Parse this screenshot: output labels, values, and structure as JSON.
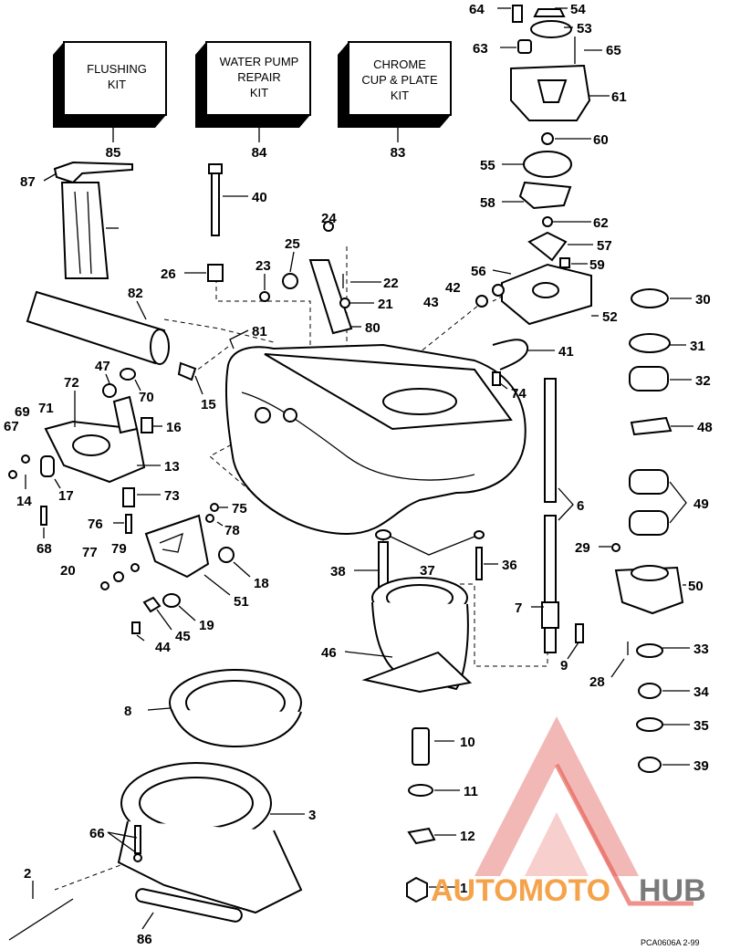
{
  "kits": [
    {
      "id": "flushing",
      "lines": [
        "FLUSHING",
        "KIT"
      ],
      "number": "85"
    },
    {
      "id": "water-pump",
      "lines": [
        "WATER PUMP",
        "REPAIR",
        "KIT"
      ],
      "number": "84"
    },
    {
      "id": "chrome",
      "lines": [
        "CHROME",
        "CUP & PLATE",
        "KIT"
      ],
      "number": "83"
    }
  ],
  "callouts": [
    "64",
    "54",
    "53",
    "63",
    "65",
    "61",
    "60",
    "55",
    "58",
    "62",
    "57",
    "59",
    "56",
    "42",
    "43",
    "52",
    "30",
    "31",
    "32",
    "48",
    "49",
    "50",
    "29",
    "41",
    "74",
    "6",
    "7",
    "9",
    "28",
    "33",
    "34",
    "35",
    "39",
    "40",
    "26",
    "24",
    "25",
    "23",
    "22",
    "21",
    "80",
    "82",
    "81",
    "15",
    "47",
    "70",
    "72",
    "69",
    "71",
    "67",
    "16",
    "13",
    "17",
    "73",
    "14",
    "68",
    "76",
    "75",
    "78",
    "77",
    "79",
    "20",
    "18",
    "51",
    "19",
    "45",
    "44",
    "38",
    "37",
    "36",
    "46",
    "8",
    "10",
    "11",
    "12",
    "1",
    "3",
    "66",
    "2",
    "86",
    "87"
  ],
  "reference_code": "PCA0606A  2-99",
  "watermark": {
    "text_orange": "AUTOMOTO",
    "text_gray": "HUB",
    "color_orange": "#f5a34a",
    "color_gray": "#7a7a7a",
    "color_red": "#e8625a"
  }
}
